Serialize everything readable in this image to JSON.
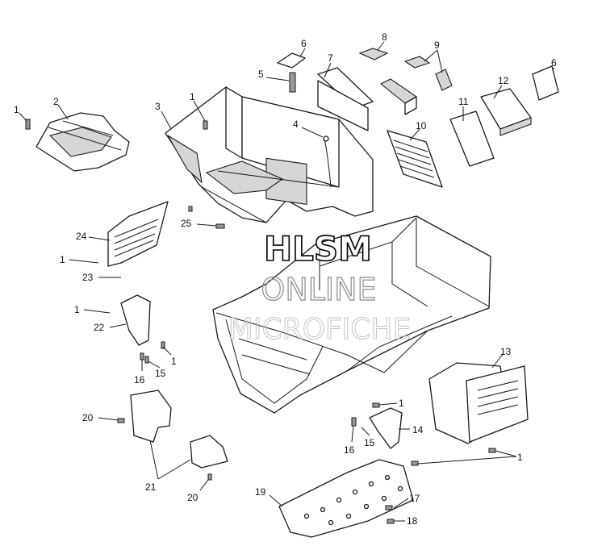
{
  "callouts": {
    "c1a": "1",
    "c2": "2",
    "c3": "3",
    "c1b": "1",
    "c4": "4",
    "c5": "5",
    "c6a": "6",
    "c7": "7",
    "c8": "8",
    "c9": "9",
    "c10": "10",
    "c11": "11",
    "c12": "12",
    "c6b": "6",
    "c24": "24",
    "c25": "25",
    "c1c": "1",
    "c23": "23",
    "c1d": "1",
    "c22": "22",
    "c1e": "1",
    "c16a": "16",
    "c15a": "15",
    "c13": "13",
    "c20a": "20",
    "c1f": "1",
    "c14": "14",
    "c16b": "16",
    "c15b": "15",
    "c1g": "1",
    "c21": "21",
    "c20b": "20",
    "c19": "19",
    "c17": "17",
    "c18": "18"
  },
  "watermark": {
    "line1": "HLSM",
    "line2": "ONLINE",
    "line3": "MICROFICHE"
  }
}
